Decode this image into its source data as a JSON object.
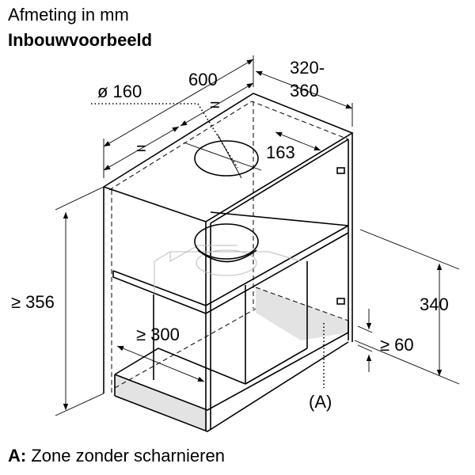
{
  "header": {
    "subtitle": "Afmeting in mm",
    "title": "Inbouwvoorbeeld"
  },
  "dimensions": {
    "duct_diameter": "ø 160",
    "width": "600",
    "equal_left": "=",
    "equal_right": "=",
    "depth_line1": "320-",
    "depth_line2": "360",
    "duct_offset": "163",
    "height_min": "≥ 356",
    "interior_height": "340",
    "depth_min": "≥ 300",
    "plinth_min": "≥ 60",
    "zone_marker": "(A)"
  },
  "legend": {
    "key": "A:",
    "text": "Zone zonder scharnieren"
  }
}
